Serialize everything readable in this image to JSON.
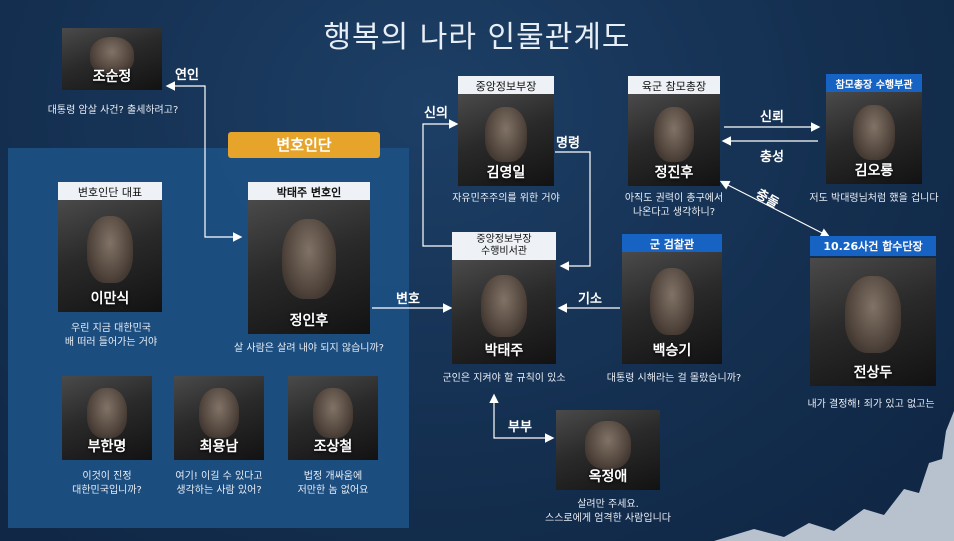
{
  "title": "행복의 나라 인물관계도",
  "lawyer_group_label": "변호인단",
  "characters": {
    "cho": {
      "name": "조순정",
      "quote_lines": [
        "대통령 암살 사건? 출세하려고?"
      ]
    },
    "lee": {
      "role": "변호인단 대표",
      "name": "이만식",
      "quote_lines": [
        "우린 지금 대한민국",
        "배 떠러 들어가는 거야"
      ]
    },
    "jung": {
      "role": "박태주 변호인",
      "name": "정인후",
      "quote_lines": [
        "살 사람은 살려 내야 되지 않습니까?"
      ]
    },
    "boo": {
      "name": "부한명",
      "quote_lines": [
        "이것이 진정",
        "대한민국입니까?"
      ]
    },
    "choi": {
      "name": "최용남",
      "quote_lines": [
        "여기! 이길 수 있다고",
        "생각하는 사람 있어?"
      ]
    },
    "jo": {
      "name": "조상철",
      "quote_lines": [
        "법정 개싸움에",
        "저만한 놈 없어요"
      ]
    },
    "kim_yi": {
      "role": "중앙정보부장",
      "name": "김영일",
      "quote_lines": [
        "자유민주주의를 위한 거야"
      ]
    },
    "park": {
      "role_lines": [
        "중앙정보부장",
        "수행비서관"
      ],
      "name": "박태주",
      "quote_lines": [
        "군인은 지켜야 할 규칙이 있소"
      ]
    },
    "ok": {
      "name": "옥정애",
      "quote_lines": [
        "살려만 주세요.",
        "스스로에게 엄격한 사람입니다"
      ]
    },
    "jin": {
      "role": "육군 참모총장",
      "name": "정진후",
      "quote_lines": [
        "아직도 권력이 총구에서",
        "나온다고 생각하니?"
      ]
    },
    "baek": {
      "role": "군 검찰관",
      "name": "백승기",
      "quote_lines": [
        "대통령 시해라는 걸 몰랐습니까?"
      ]
    },
    "kim_o": {
      "role": "참모총장 수행부관",
      "name": "김오룡",
      "quote_lines": [
        "저도 박대령님처럼 했을 겁니다"
      ]
    },
    "jeon": {
      "role": "10.26사건 합수단장",
      "name": "전상두",
      "quote_lines": [
        "내가 결정해! 죄가 있고 없고는"
      ]
    }
  },
  "relations": {
    "lover": "연인",
    "trust_left": "신의",
    "order": "명령",
    "defend": "변호",
    "prosecute": "기소",
    "spouse": "부부",
    "trust_right": "신뢰",
    "loyalty": "충성",
    "clash": "충돌"
  },
  "colors": {
    "background": "#142f50",
    "panel": "#1c4f82",
    "banner": "#e6a52a",
    "role_blue": "#1763c4"
  }
}
